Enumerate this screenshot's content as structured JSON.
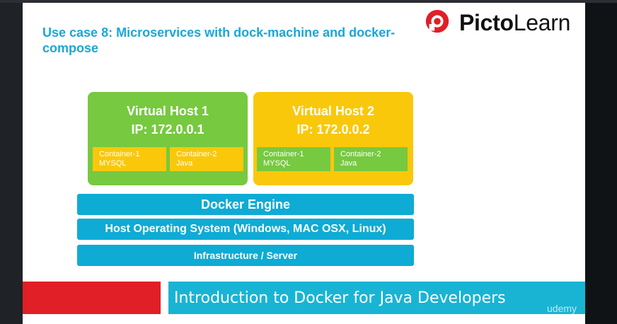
{
  "slide": {
    "title": "Use case 8: Microservices with dock-machine and docker-compose"
  },
  "brand": {
    "name_bold": "Picto",
    "name_regular": "Learn",
    "icon": "pictolearn-logo-icon",
    "color": "#e01f26"
  },
  "hosts": [
    {
      "name": "Virtual Host 1",
      "ip": "IP: 172.0.0.1",
      "color": "#77c940",
      "containers": [
        {
          "name": "Container-1",
          "app": "MYSQL"
        },
        {
          "name": "Container-2",
          "app": "Java"
        }
      ]
    },
    {
      "name": "Virtual Host 2",
      "ip": "IP: 172.0.0.2",
      "color": "#f9c80b",
      "containers": [
        {
          "name": "Container-1",
          "app": "MYSQL"
        },
        {
          "name": "Container-2",
          "app": "Java"
        }
      ]
    }
  ],
  "stack": {
    "engine": "Docker Engine",
    "os": "Host Operating System (Windows, MAC OSX, Linux)",
    "infra": "Infrastructure / Server"
  },
  "footer": {
    "course_title": "Introduction to Docker for Java Developers",
    "watermark": "udemy"
  },
  "colors": {
    "accent_blue": "#0eabd5",
    "title_blue": "#1aa7d8",
    "footer_red": "#e01f26"
  }
}
